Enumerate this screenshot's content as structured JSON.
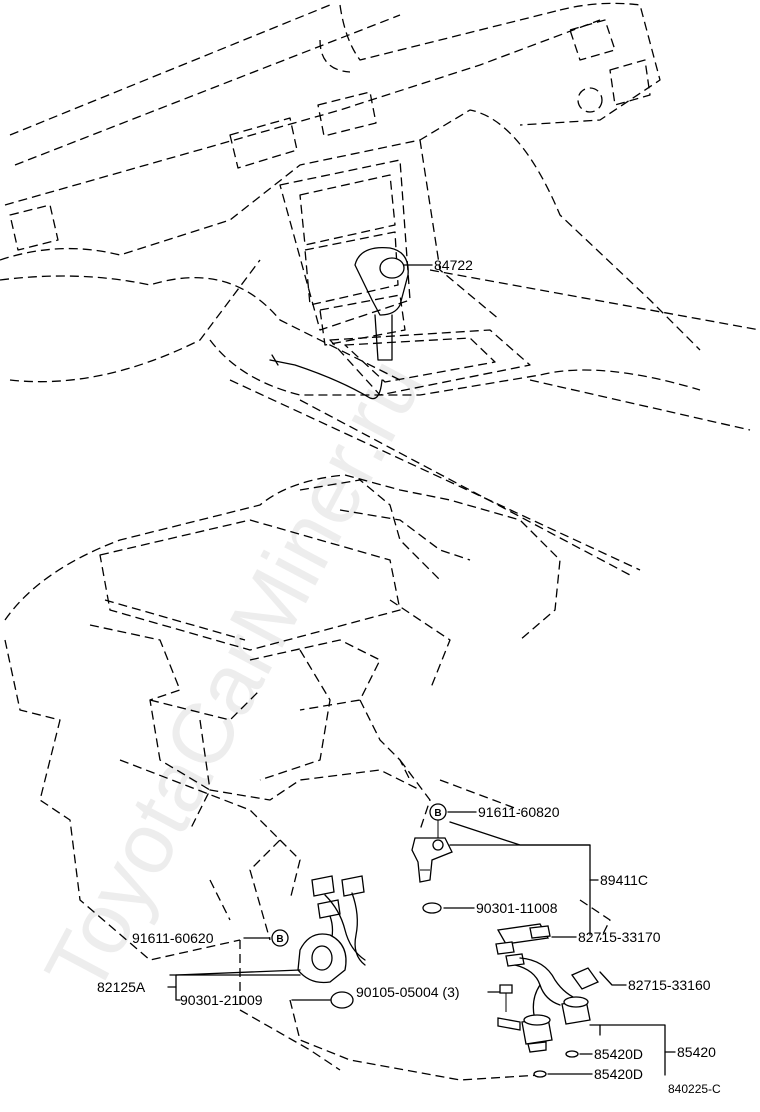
{
  "watermark": "ToyotaCarMiner.ru",
  "callouts": {
    "shift_lever_knob": "84722",
    "bolt_top": "91611-60820",
    "sensor_assy": "89411C",
    "gasket_top": "90301-11008",
    "clamp_1": "82715-33170",
    "clamp_2": "82715-33160",
    "bolt_left": "91611-60620",
    "wire_assy": "82125A",
    "gasket_left": "90301-21009",
    "bolt_mid": "90105-05004 (3)",
    "solenoid_d1": "85420D",
    "solenoid_group": "85420",
    "solenoid_d2": "85420D"
  },
  "markers": {
    "bolt_marker": "B"
  },
  "figure_code": "840225-C"
}
